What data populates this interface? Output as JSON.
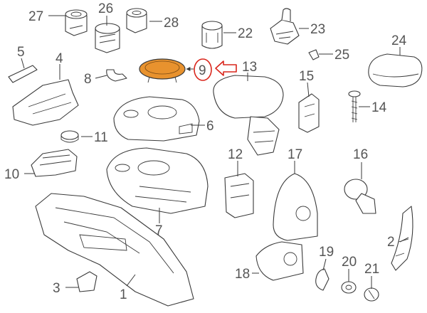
{
  "diagram": {
    "highlight_color": "#e8922e",
    "accent_color": "#d9261c",
    "highlighted_label": "9",
    "labels": {
      "p1": "1",
      "p2": "2",
      "p3": "3",
      "p4": "4",
      "p5": "5",
      "p6": "6",
      "p7": "7",
      "p8": "8",
      "p9": "9",
      "p10": "10",
      "p11": "11",
      "p12": "12",
      "p13": "13",
      "p14": "14",
      "p15": "15",
      "p16": "16",
      "p17": "17",
      "p18": "18",
      "p19": "19",
      "p20": "20",
      "p21": "21",
      "p22": "22",
      "p23": "23",
      "p24": "24",
      "p25": "25",
      "p26": "26",
      "p27": "27",
      "p28": "28"
    }
  }
}
